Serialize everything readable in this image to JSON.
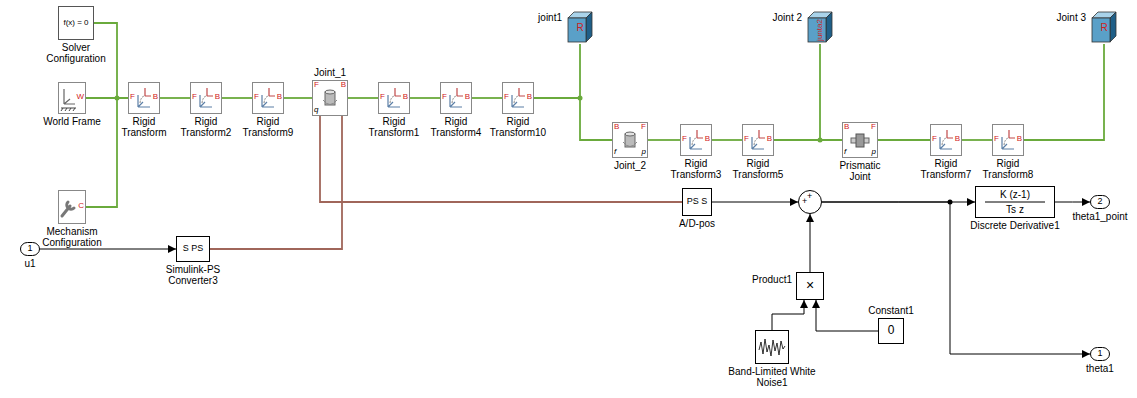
{
  "diagram": {
    "nodes": [
      {
        "text": [
          "f(x) = 0",
          "Solver Configuration"
        ]
      },
      {
        "text": [
          "W",
          "World Frame"
        ]
      },
      {
        "text": [
          "C",
          "Mechanism Configuration"
        ]
      },
      {
        "text": [
          "F",
          "B",
          "Rigid Transform"
        ]
      },
      {
        "text": [
          "F",
          "B",
          "Rigid Transform2"
        ]
      },
      {
        "text": [
          "F",
          "B",
          "Rigid Transform9"
        ]
      },
      {
        "text": [
          "F",
          "B",
          "q",
          "Joint_1"
        ]
      },
      {
        "text": [
          "F",
          "B",
          "Rigid Transform1"
        ]
      },
      {
        "text": [
          "F",
          "B",
          "Rigid Transform4"
        ]
      },
      {
        "text": [
          "F",
          "B",
          "Rigid Transform10"
        ]
      },
      {
        "text": [
          "R",
          "joint1"
        ]
      },
      {
        "text": [
          "B",
          "F",
          "f",
          "p",
          "Joint_2"
        ]
      },
      {
        "text": [
          "F",
          "B",
          "Rigid Transform3"
        ]
      },
      {
        "text": [
          "F",
          "B",
          "Rigid Transform5"
        ]
      },
      {
        "text": [
          "junta2",
          "Joint 2"
        ]
      },
      {
        "text": [
          "B",
          "F",
          "f",
          "p",
          "Prismatic Joint"
        ]
      },
      {
        "text": [
          "F",
          "B",
          "Rigid Transform7"
        ]
      },
      {
        "text": [
          "F",
          "B",
          "Rigid Transform8"
        ]
      },
      {
        "text": [
          "R",
          "Joint 3"
        ]
      },
      {
        "text": [
          "1",
          "u1"
        ]
      },
      {
        "text": [
          "S PS",
          "Simulink-PS Converter3"
        ]
      },
      {
        "text": [
          "PS S",
          "A/D-pos"
        ]
      },
      {
        "text": [
          "+",
          "+"
        ]
      },
      {
        "text": [
          "×",
          "Product1"
        ]
      },
      {
        "text": [
          "Band-Limited White Noise1"
        ]
      },
      {
        "text": [
          "0",
          "Constant1"
        ]
      },
      {
        "text": [
          "K (z-1)",
          "Ts z",
          "Discrete Derivative1"
        ]
      },
      {
        "text": [
          "2",
          "theta1_point"
        ]
      },
      {
        "text": [
          "1",
          "theta1"
        ]
      }
    ],
    "edges": [
      {
        "from": 1,
        "to": 3,
        "arrow": "none"
      },
      {
        "from": 0,
        "to": 3,
        "arrow": "none"
      },
      {
        "from": 2,
        "to": 3,
        "arrow": "none"
      },
      {
        "from": 3,
        "to": 4,
        "arrow": "none"
      },
      {
        "from": 4,
        "to": 5,
        "arrow": "none"
      },
      {
        "from": 5,
        "to": 6,
        "arrow": "none"
      },
      {
        "from": 6,
        "to": 7,
        "arrow": "none"
      },
      {
        "from": 7,
        "to": 8,
        "arrow": "none"
      },
      {
        "from": 8,
        "to": 9,
        "arrow": "none"
      },
      {
        "from": 9,
        "to": 10,
        "arrow": "none"
      },
      {
        "from": 9,
        "to": 11,
        "arrow": "none"
      },
      {
        "from": 11,
        "to": 12,
        "arrow": "none"
      },
      {
        "from": 12,
        "to": 13,
        "arrow": "none"
      },
      {
        "from": 13,
        "to": 14,
        "arrow": "none"
      },
      {
        "from": 13,
        "to": 15,
        "arrow": "none"
      },
      {
        "from": 15,
        "to": 16,
        "arrow": "none"
      },
      {
        "from": 16,
        "to": 17,
        "arrow": "none"
      },
      {
        "from": 17,
        "to": 18,
        "arrow": "none"
      },
      {
        "from": 20,
        "to": 6,
        "arrow": "none"
      },
      {
        "from": 6,
        "to": 21,
        "arrow": "none"
      },
      {
        "from": 19,
        "to": 20,
        "arrow": "to"
      },
      {
        "from": 21,
        "to": 22,
        "arrow": "to"
      },
      {
        "from": 23,
        "to": 22,
        "arrow": "to"
      },
      {
        "from": 24,
        "to": 23,
        "arrow": "to"
      },
      {
        "from": 25,
        "to": 23,
        "arrow": "to"
      },
      {
        "from": 22,
        "to": 26,
        "arrow": "to"
      },
      {
        "from": 22,
        "to": 28,
        "arrow": "to"
      },
      {
        "from": 26,
        "to": 27,
        "arrow": "to"
      }
    ]
  }
}
